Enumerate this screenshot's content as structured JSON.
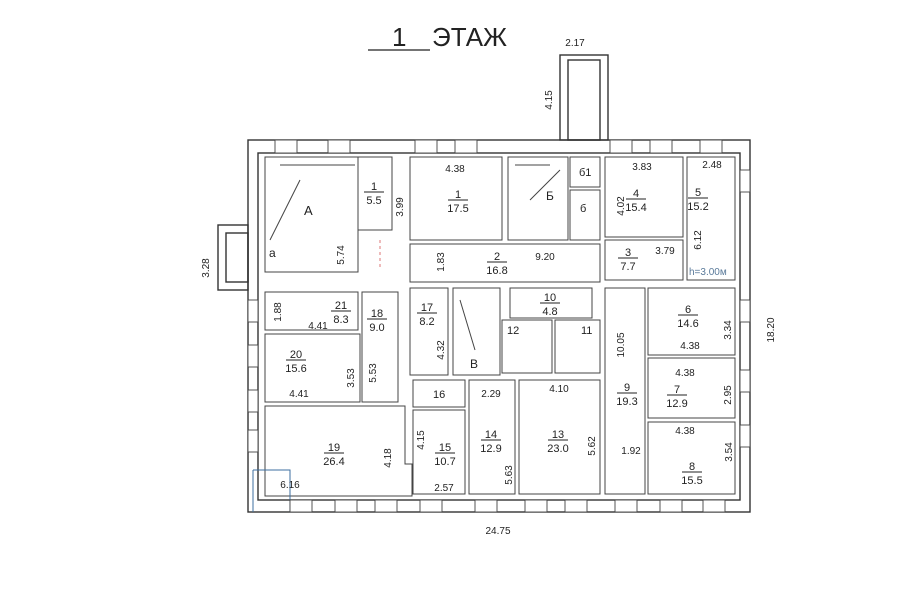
{
  "title": {
    "number": "1",
    "label": "ЭТАЖ"
  },
  "ceiling_height": "h=3.00м",
  "stairs": {
    "A": "А",
    "a": "а",
    "B_cyr": "Б",
    "b_small": "б",
    "b61": "б1",
    "V": "В"
  },
  "rooms": [
    {
      "id": "r1a",
      "number": "1",
      "area": "5.5"
    },
    {
      "id": "r1b",
      "number": "1",
      "area": "17.5"
    },
    {
      "id": "r2",
      "number": "2",
      "area": "16.8"
    },
    {
      "id": "r3",
      "number": "3",
      "area": "7.7"
    },
    {
      "id": "r4",
      "number": "4",
      "area": "15.4"
    },
    {
      "id": "r5",
      "number": "5",
      "area": "15.2"
    },
    {
      "id": "r6",
      "number": "6",
      "area": "14.6"
    },
    {
      "id": "r7",
      "number": "7",
      "area": "12.9"
    },
    {
      "id": "r8",
      "number": "8",
      "area": "15.5"
    },
    {
      "id": "r9",
      "number": "9",
      "area": "19.3"
    },
    {
      "id": "r10",
      "number": "10",
      "area": "4.8"
    },
    {
      "id": "r13",
      "number": "13",
      "area": "23.0"
    },
    {
      "id": "r14",
      "number": "14",
      "area": "12.9"
    },
    {
      "id": "r15",
      "number": "15",
      "area": "10.7"
    },
    {
      "id": "r17",
      "number": "17",
      "area": "8.2"
    },
    {
      "id": "r18",
      "number": "18",
      "area": "9.0"
    },
    {
      "id": "r19",
      "number": "19",
      "area": "26.4"
    },
    {
      "id": "r20",
      "number": "20",
      "area": "15.6"
    },
    {
      "id": "r21",
      "number": "21",
      "area": "8.3"
    }
  ],
  "room_labels": {
    "r11": "11",
    "r12": "12",
    "r16": "16"
  },
  "dimensions": [
    "2.17",
    "4.15",
    "3.28",
    "4.38",
    "3.99",
    "5.74",
    "1.83",
    "9.20",
    "3.83",
    "4.02",
    "2.48",
    "6.12",
    "3.79",
    "1.88",
    "4.41",
    "5.53",
    "3.53",
    "4.41",
    "4.18",
    "6.16",
    "4.32",
    "4.15",
    "2.57",
    "2.29",
    "5.63",
    "4.10",
    "5.62",
    "10.05",
    "1.92",
    "3.34",
    "4.38",
    "4.38",
    "2.95",
    "4.38",
    "3.54",
    "24.75",
    "18.20"
  ]
}
